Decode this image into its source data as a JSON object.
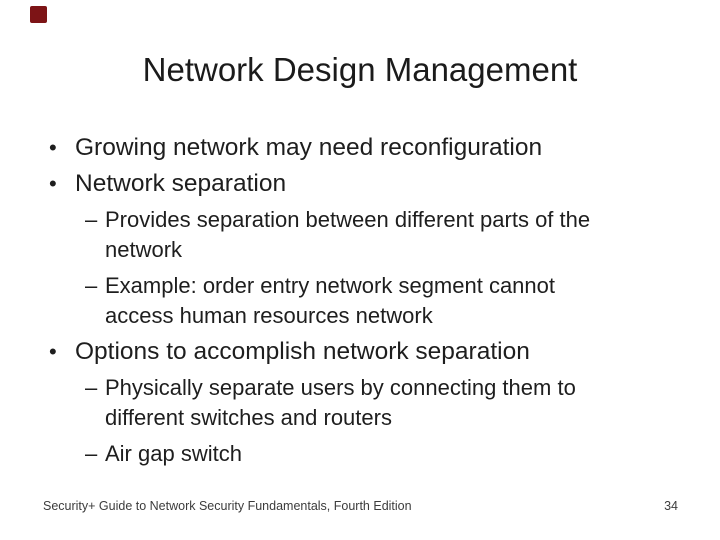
{
  "slide": {
    "title": "Network Design Management",
    "accent_color": "#7d1416",
    "markers": {
      "level1": "•",
      "level2": "–"
    },
    "bullets": [
      {
        "level": 1,
        "lines": [
          "Growing network may need reconfiguration"
        ]
      },
      {
        "level": 1,
        "lines": [
          "Network separation"
        ]
      },
      {
        "level": 2,
        "lines": [
          "Provides separation between different parts of the",
          "network"
        ]
      },
      {
        "level": 2,
        "lines": [
          "Example: order entry network segment cannot",
          "access human resources network"
        ]
      },
      {
        "level": 1,
        "lines": [
          "Options to accomplish network separation"
        ]
      },
      {
        "level": 2,
        "lines": [
          "Physically separate users by connecting them to",
          "different switches and routers"
        ]
      },
      {
        "level": 2,
        "lines": [
          "Air gap switch"
        ]
      }
    ],
    "footer": {
      "text": "Security+ Guide to Network Security Fundamentals, Fourth Edition",
      "page_number": "34"
    }
  }
}
